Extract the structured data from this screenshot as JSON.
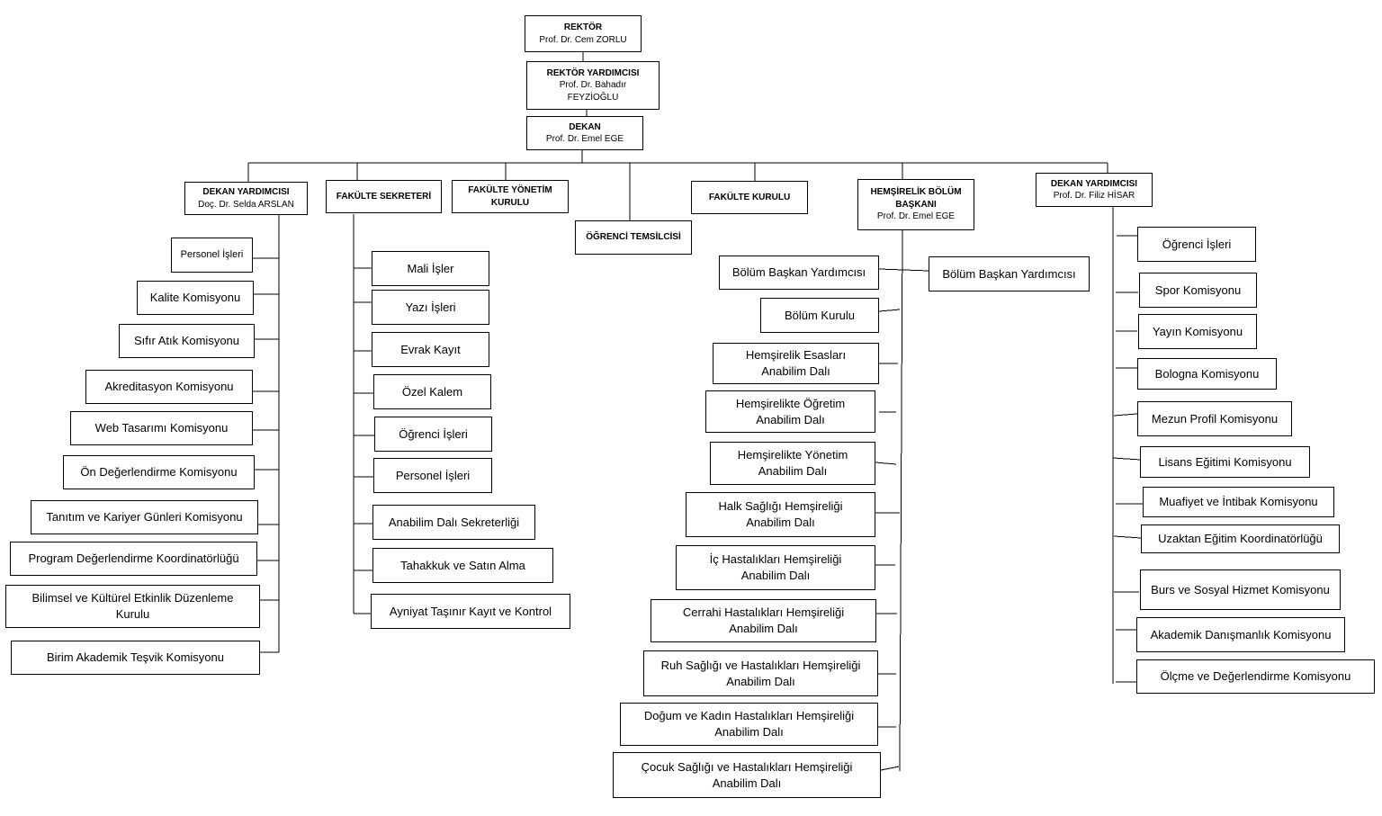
{
  "top": {
    "rektor": {
      "title": "REKTÖR",
      "name": "Prof. Dr. Cem ZORLU"
    },
    "rektor_yardimcisi": {
      "title": "REKTÖR YARDIMCISI",
      "name1": "Prof. Dr. Bahadır",
      "name2": "FEYZİOĞLU"
    },
    "dekan": {
      "title": "DEKAN",
      "name": "Prof. Dr. Emel EGE"
    }
  },
  "level2": {
    "dekan_yrd_1": {
      "title": "DEKAN YARDIMCISI",
      "name": "Doç. Dr. Selda ARSLAN"
    },
    "fakulte_sekreteri": {
      "title": "FAKÜLTE SEKRETERİ"
    },
    "fakulte_yonetim": {
      "title": "FAKÜLTE YÖNETİM KURULU"
    },
    "ogrenci_temsilcisi": {
      "title": "ÖĞRENCİ TEMSİLCİSİ"
    },
    "fakulte_kurulu": {
      "title": "FAKÜLTE KURULU"
    },
    "bolum_baskani": {
      "title1": "HEMŞİRELİK BÖLÜM",
      "title2": "BAŞKANI",
      "name": "Prof. Dr. Emel EGE"
    },
    "dekan_yrd_2": {
      "title": "DEKAN YARDIMCISI",
      "name": "Prof. Dr. Filiz HİSAR"
    }
  },
  "col1": [
    "Personel İşleri",
    "Kalite Komisyonu",
    "Sıfır Atık Komisyonu",
    "Akreditasyon Komisyonu",
    "Web Tasarımı Komisyonu",
    "Ön Değerlendirme Komisyonu",
    "Tanıtım ve Kariyer Günleri Komisyonu",
    "Program Değerlendirme Koordinatörlüğü",
    "Bilimsel ve Kültürel Etkinlik Düzenleme Kurulu",
    "Birim Akademik Teşvik Komisyonu"
  ],
  "col2": [
    "Mali İşler",
    "Yazı İşleri",
    "Evrak Kayıt",
    "Özel Kalem",
    "Öğrenci İşleri",
    "Personel İşleri",
    "Anabilim Dalı Sekreterliği",
    "Tahakkuk ve Satın Alma",
    "Ayniyat Taşınır Kayıt ve Kontrol"
  ],
  "col3_top": [
    "Bölüm Başkan Yardımcısı",
    "Bölüm Başkan Yardımcısı",
    "Bölüm Kurulu"
  ],
  "col3": [
    [
      "Hemşirelik Esasları",
      "Anabilim Dalı"
    ],
    [
      "Hemşirelikte Öğretim",
      "Anabilim Dalı"
    ],
    [
      "Hemşirelikte Yönetim",
      "Anabilim Dalı"
    ],
    [
      "Halk Sağlığı Hemşireliği",
      "Anabilim Dalı"
    ],
    [
      "İç Hastalıkları Hemşireliği",
      "Anabilim Dalı"
    ],
    [
      "Cerrahi Hastalıkları Hemşireliği",
      "Anabilim Dalı"
    ],
    [
      "Ruh Sağlığı ve Hastalıkları Hemşireliği",
      "Anabilim Dalı"
    ],
    [
      "Doğum ve Kadın Hastalıkları Hemşireliği",
      "Anabilim Dalı"
    ],
    [
      "Çocuk Sağlığı ve Hastalıkları Hemşireliği",
      "Anabilim Dalı"
    ]
  ],
  "col4": [
    "Öğrenci İşleri",
    "Spor Komisyonu",
    "Yayın Komisyonu",
    "Bologna Komisyonu",
    "Mezun Profil Komisyonu",
    "Lisans Eğitimi Komisyonu",
    "Muafiyet ve İntibak Komisyonu",
    "Uzaktan Eğitim Koordinatörlüğü",
    "Burs ve Sosyal Hizmet Komisyonu",
    "Akademik Danışmanlık Komisyonu",
    "Ölçme ve Değerlendirme Komisyonu"
  ]
}
